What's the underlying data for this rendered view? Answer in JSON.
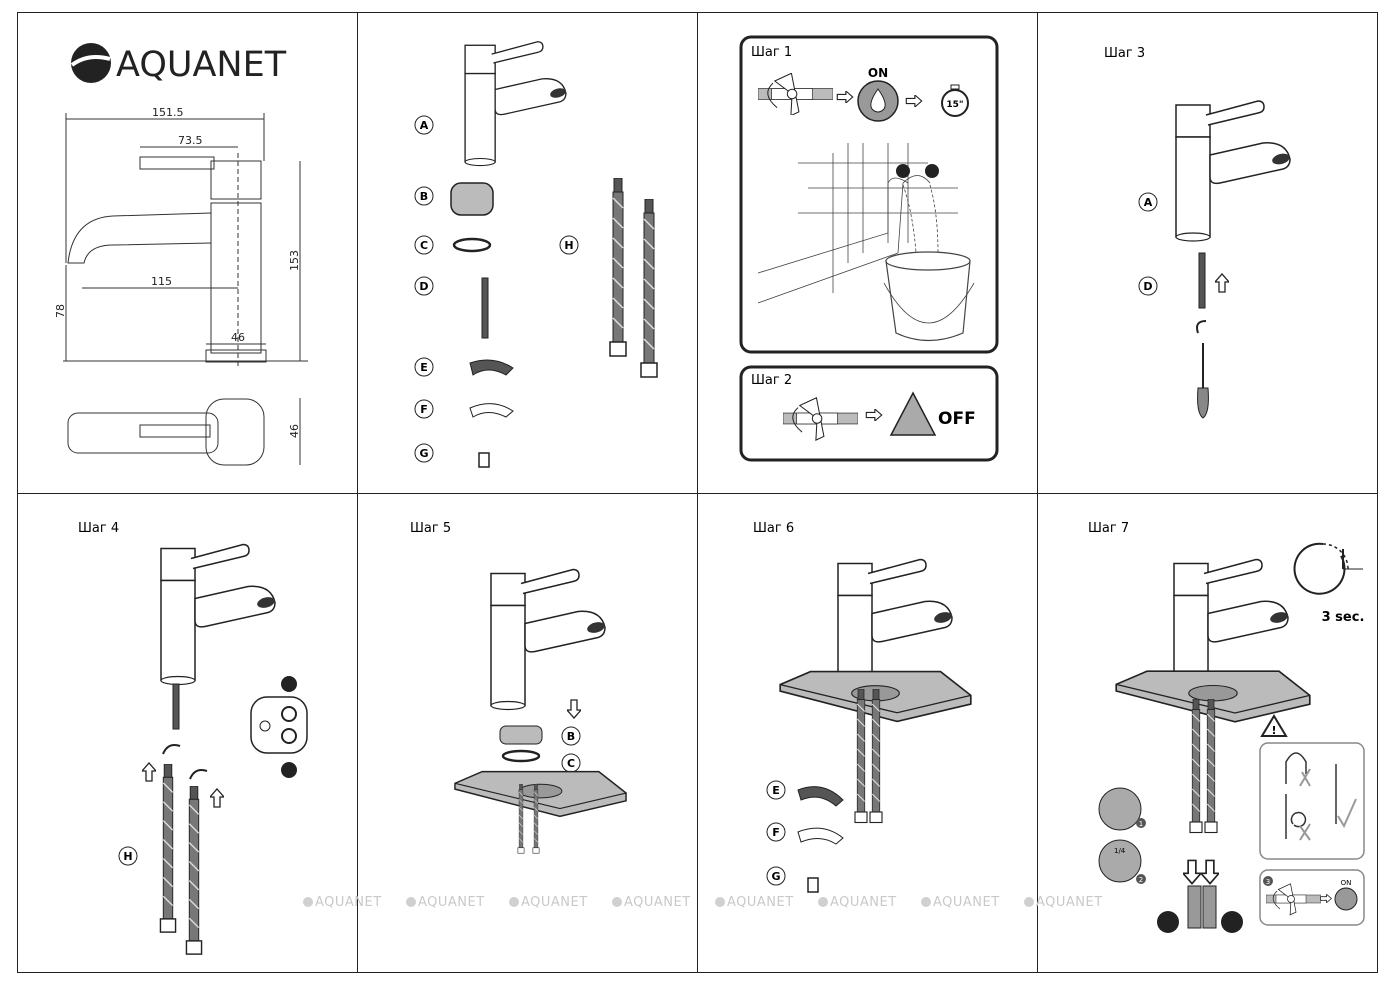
{
  "brand": {
    "logo_text": "AQUANET"
  },
  "dimensions": {
    "overall_width": "151.5",
    "handle_reach": "73.5",
    "spout_reach": "115",
    "spout_height": "78",
    "total_height": "153",
    "base_width": "46",
    "top_depth": "46"
  },
  "parts": {
    "A": "A",
    "B": "B",
    "C": "C",
    "D": "D",
    "E": "E",
    "F": "F",
    "G": "G",
    "H": "H"
  },
  "steps": {
    "step1": {
      "title": "Шаг 1",
      "on_label": "ON",
      "timer": "15\""
    },
    "step2": {
      "title": "Шаг 2",
      "off_label": "OFF"
    },
    "step3": {
      "title": "Шаг 3"
    },
    "step4": {
      "title": "Шаг 4"
    },
    "step5": {
      "title": "Шаг 5"
    },
    "step6": {
      "title": "Шаг 6"
    },
    "step7": {
      "title": "Шаг 7",
      "duration": "3 sec.",
      "quarter_turn": "1/4",
      "marker1": "1",
      "marker2": "2",
      "marker3": "3",
      "on_label": "ON",
      "warning": "!"
    }
  },
  "watermark": "AQUANET",
  "colors": {
    "line": "#222222",
    "counter_fill": "#b9b9b9",
    "watermark": "#c9c9c9"
  }
}
